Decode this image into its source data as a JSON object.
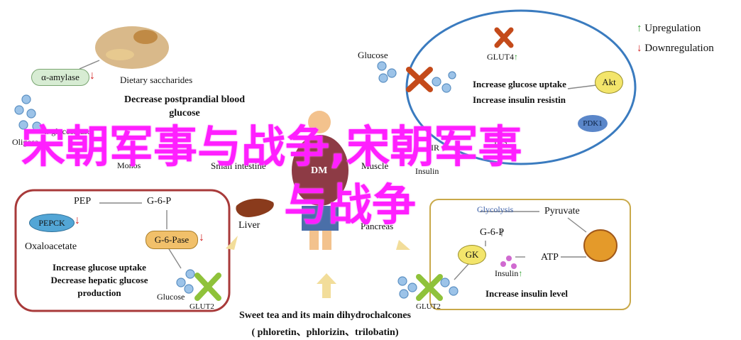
{
  "legend": {
    "up_symbol": "↑",
    "up_label": "Upregulation",
    "down_symbol": "↓",
    "down_label": "Downregulation"
  },
  "intestine_pathway": {
    "enzyme": "α-amylase",
    "dietary": "Dietary saccharides",
    "effect": "Decrease postprandial blood glucose",
    "oligos_label": "Oligosa",
    "glucosidase": "α-glucosidase",
    "monos_label": "Monos",
    "small_intestine": "Small intestine"
  },
  "muscle_pathway": {
    "glucose": "Glucose",
    "glut4": "GLUT4",
    "effect_1": "Increase glucose uptake",
    "effect_2": "Increase insulin resistin",
    "akt": "Akt",
    "pdk": "PDK1",
    "irs": "IRS",
    "ir": "IR",
    "insulin": "Insulin",
    "muscle": "Muscle"
  },
  "center": {
    "person_label": "DM"
  },
  "liver_pathway": {
    "liver": "Liver",
    "pep": "PEP",
    "g6p": "G-6-P",
    "pepck": "PEPCK",
    "oxaloacetate": "Oxaloacetate",
    "g6pase": "G-6-Pase",
    "effect_1": "Increase glucose uptake",
    "effect_2": "Decrease hepatic glucose",
    "effect_3": "production",
    "glucose": "Glucose",
    "glut2": "GLUT2"
  },
  "pancreas_pathway": {
    "pancreas": "Pancreas",
    "glycolysis": "Glycolysis",
    "pyruvate": "Pyruvate",
    "g6p": "G-6-P",
    "gk": "GK",
    "atp": "ATP",
    "insulin": "Insulin",
    "effect": "Increase insulin level",
    "glut2": "GLUT2"
  },
  "bottom_caption": {
    "line_1": "Sweet tea and its main dihydrochalcones",
    "line_2": "( phloretin、phlorizin、trilobatin)"
  },
  "watermark": {
    "line_1": "宋朝军事与战争,宋朝军事",
    "line_2": "与战争"
  },
  "colors": {
    "up": "#2e9e2e",
    "down": "#d21f1f",
    "watermark": "#ff1fff",
    "liver_box": "#a83a3a",
    "muscle_circle": "#3a7bbf",
    "pancreas_box": "#c9a94a"
  }
}
